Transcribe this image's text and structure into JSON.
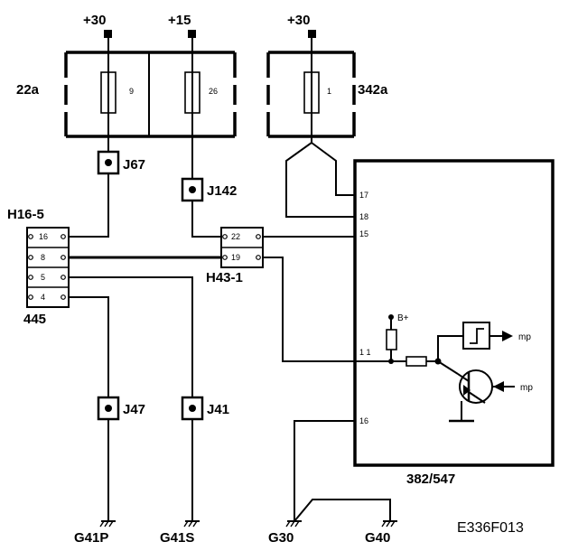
{
  "supplies": {
    "p30a": "+30",
    "p15": "+15",
    "p30b": "+30"
  },
  "fuses": {
    "left_block": "22a",
    "right_block": "342a",
    "f9": "9",
    "f26": "26",
    "f1": "1"
  },
  "splices": {
    "j67": "J67",
    "j142": "J142",
    "j47": "J47",
    "j41": "J41"
  },
  "connectors": {
    "h16": {
      "name": "H16-5",
      "code": "445",
      "pins": [
        "16",
        "8",
        "5",
        "4"
      ]
    },
    "h43": {
      "name": "H43-1",
      "pins": [
        "22",
        "19"
      ]
    }
  },
  "module": {
    "name": "382/547",
    "pins": {
      "p17": "17",
      "p18": "18",
      "p15": "15",
      "p11": "1 1",
      "p16": "16"
    },
    "bplus": "B+",
    "mp1": "mp",
    "mp2": "mp"
  },
  "grounds": {
    "g41p": "G41P",
    "g41s": "G41S",
    "g30": "G30",
    "g40": "G40"
  },
  "diagram_id": "E336F013"
}
